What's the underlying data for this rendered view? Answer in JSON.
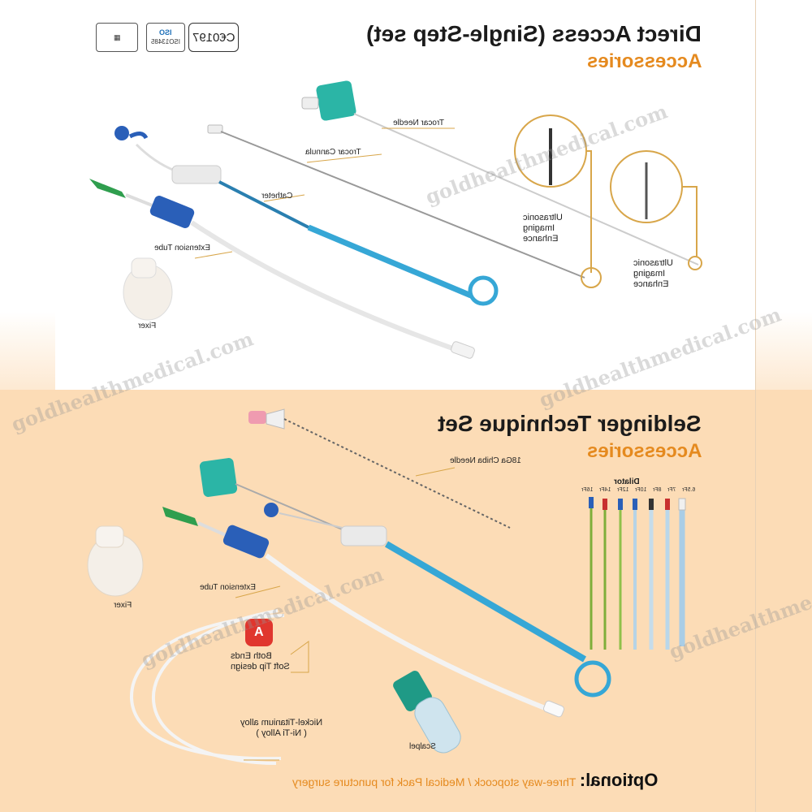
{
  "top_section": {
    "title": "Direct Access (Single-Step set)",
    "subtitle": "Accessories",
    "labels": {
      "trocar_needle": "Trocar Needle",
      "trocar_cannula": "Trocar Cannula",
      "catheter": "Catheter",
      "extension_tube": "Extension Tube",
      "fixer": "Fixer",
      "ultrasonic_1": "Ultrasonic\nImaging\nEnhance",
      "ultrasonic_2": "Ultrasonic\nImaging\nEnhance"
    }
  },
  "certifications": {
    "iso": "ISO",
    "iso_number": "ISO13485",
    "ce_mark": "C€0197"
  },
  "bottom_section": {
    "title": "Seldinger Technique Set",
    "subtitle": "Accessories",
    "labels": {
      "chiba_needle": "18Ga Chiba Needle",
      "dilator": "Dilator",
      "dilator_sizes": [
        "6.5Fr",
        "7Fr",
        "8Fr",
        "10Fr",
        "12Fr",
        "14Fr",
        "16Fr"
      ],
      "extension_tube": "Extension Tube",
      "fixer": "Fixer",
      "both_ends": "Both Ends\nSoft Tip design",
      "nickel_titanium": "Nickel-Titanium alloy\n( Ni-Ti Alloy )",
      "scalpel": "Scalpel"
    },
    "badge": "A"
  },
  "optional": {
    "heading": "Optional:",
    "text": "Three-way stopcock  /  Medical Pack for puncture surgery"
  },
  "watermark": "goldhealthmedical.com",
  "colors": {
    "accent_orange": "#e58a1f",
    "bottom_bg": "#fcdcb6",
    "catheter_blue": "#36a7d6",
    "hub_blue": "#2a5fb8",
    "hub_green": "#2f9e4e",
    "teal_cap": "#2bb5a6",
    "gold_ring": "#d8a64a",
    "badge_red": "#e0362e"
  }
}
